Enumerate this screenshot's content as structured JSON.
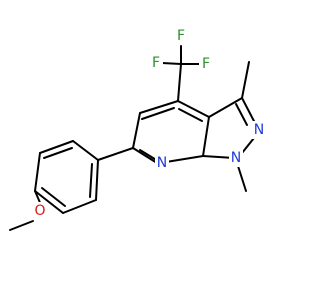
{
  "atoms": {
    "f_top": "F",
    "f_left": "F",
    "f_right": "F",
    "n_pyridine": "N",
    "n_pyrazole_2": "N",
    "n_pyrazole_1": "N",
    "o_methoxy": "O"
  },
  "colors": {
    "nitrogen": "#1f3bd9",
    "oxygen": "#d61a1a",
    "fluorine": "#2d8f2d",
    "bond": "#000000"
  }
}
